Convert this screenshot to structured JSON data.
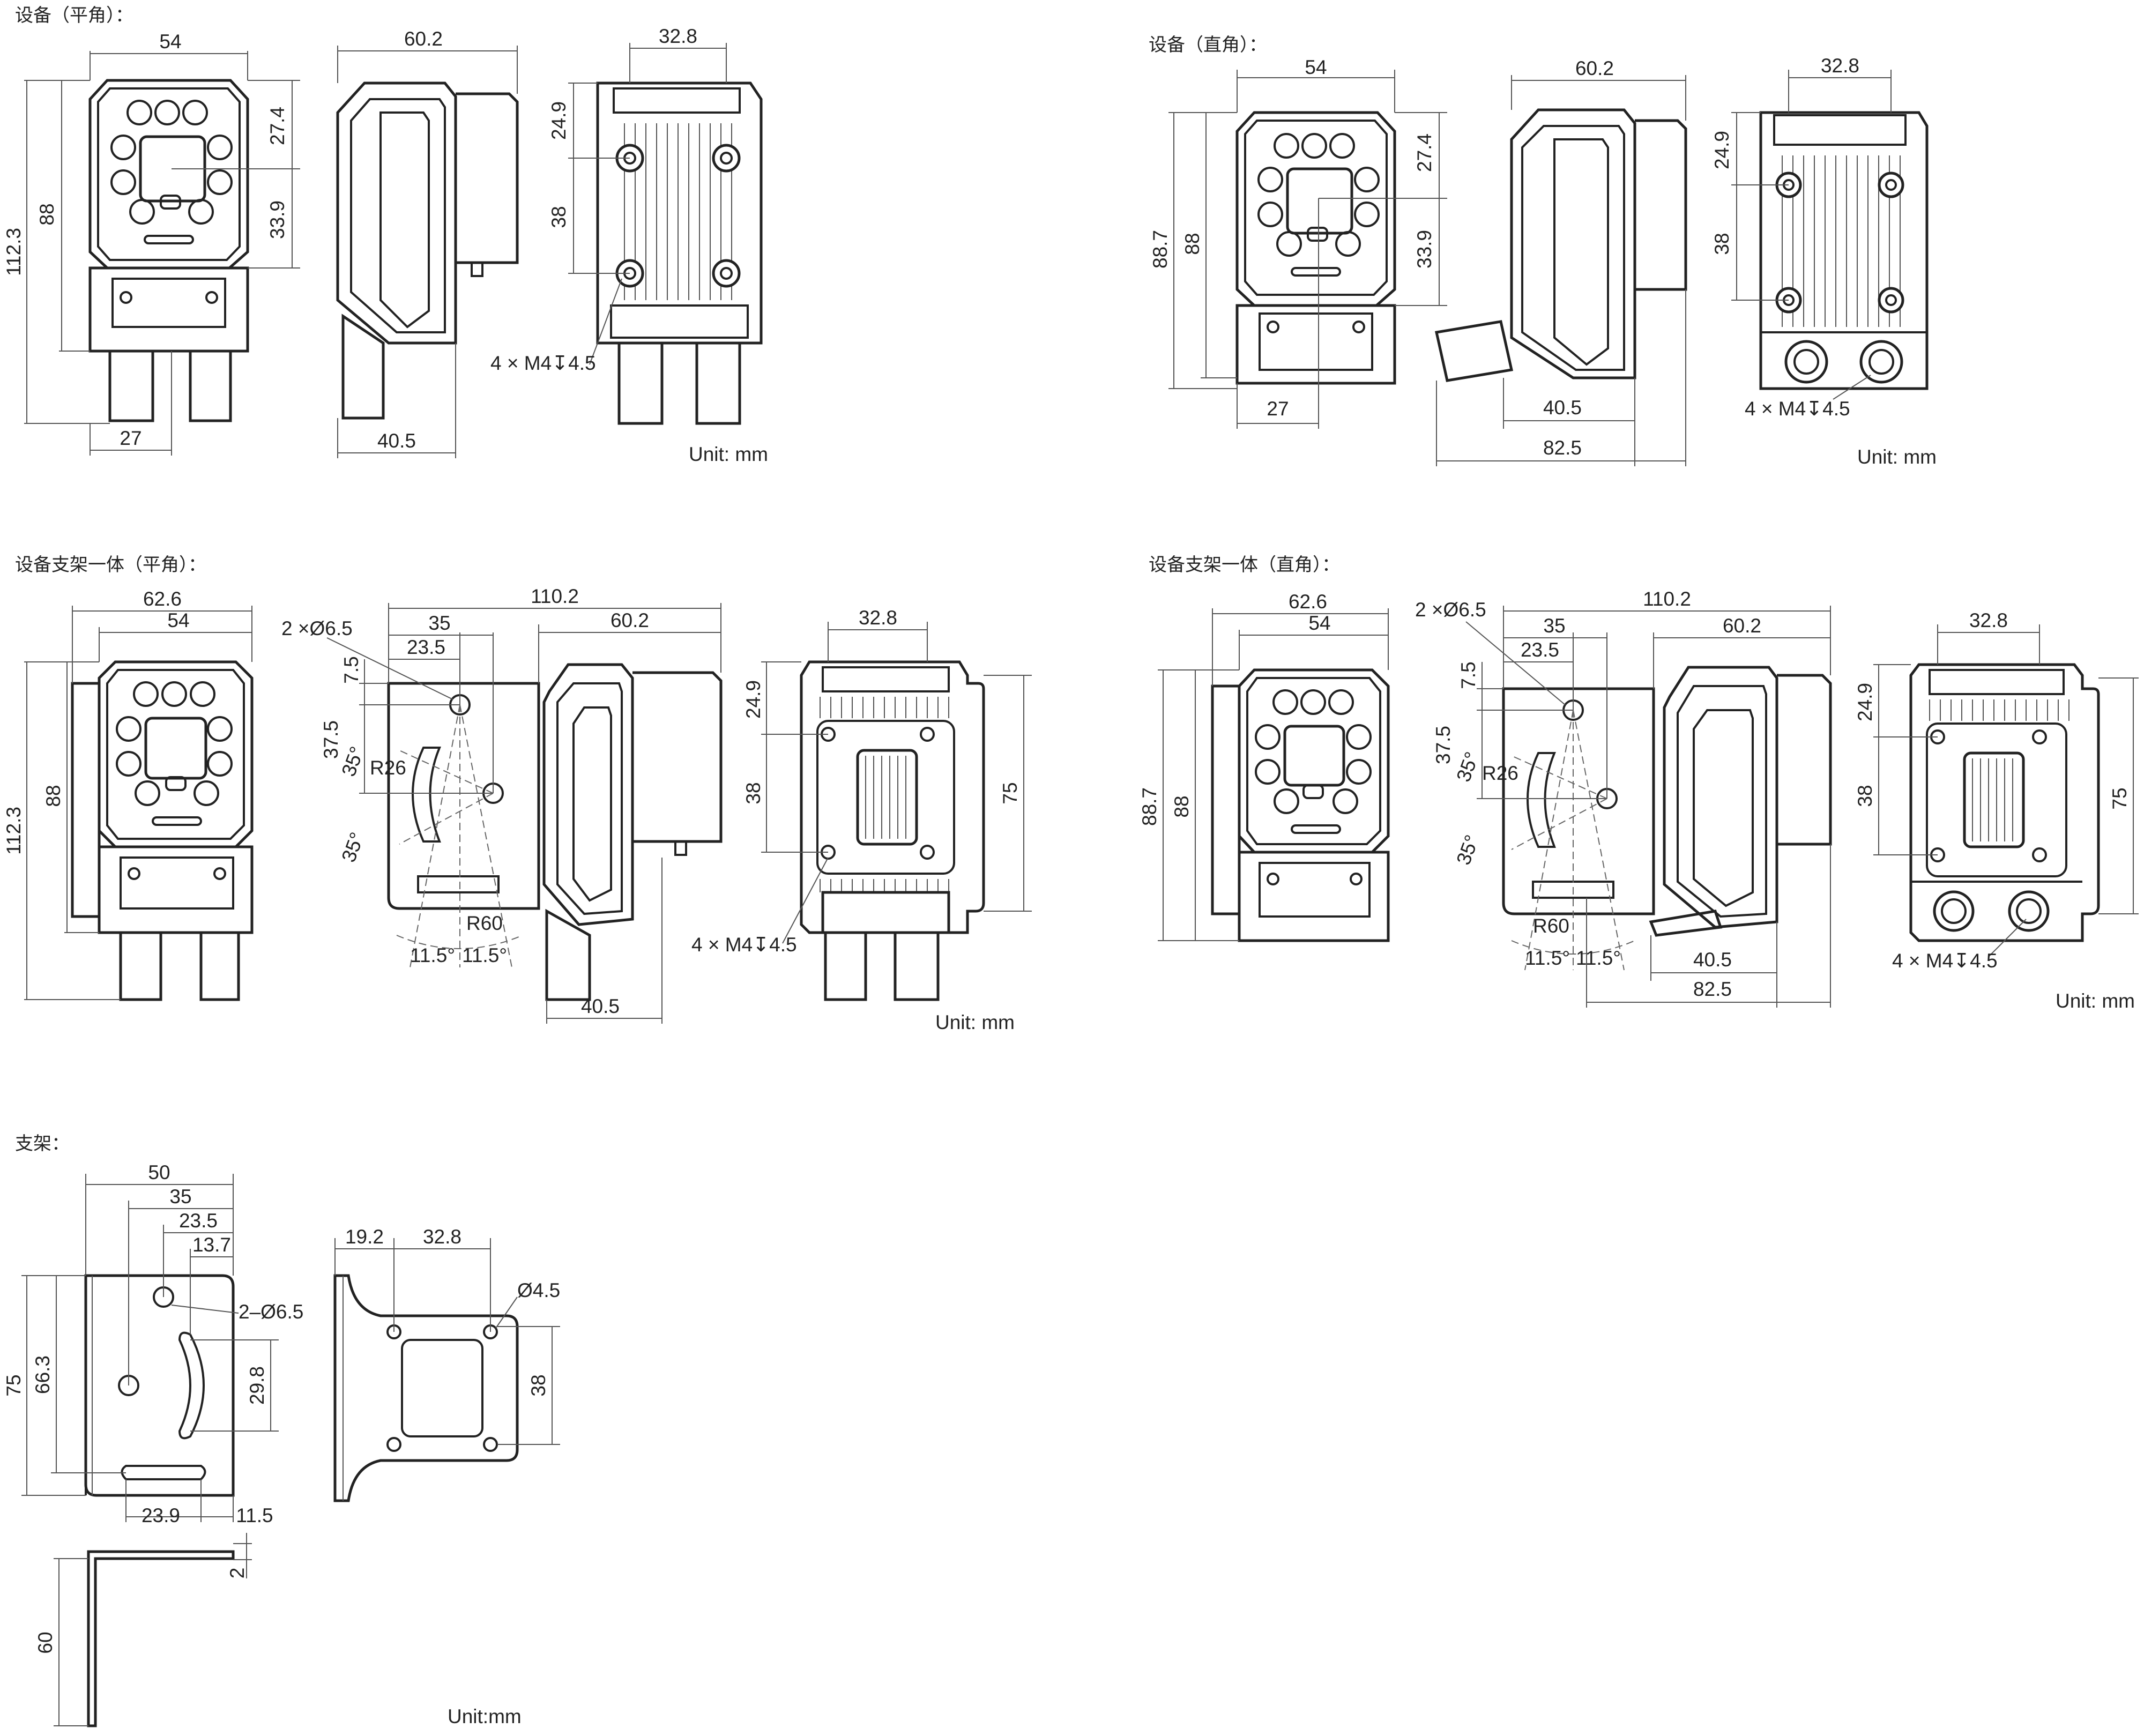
{
  "sections": {
    "device_flat": {
      "title": "设备（平角）：",
      "dims": [
        "54",
        "27.4",
        "33.9",
        "88",
        "112.3",
        "27",
        "60.2",
        "40.5",
        "32.8",
        "24.9",
        "38"
      ],
      "hole_note": "4 × M4↧4.5",
      "unit": "Unit: mm"
    },
    "device_right": {
      "title": "设备（直角）：",
      "dims": [
        "54",
        "27.4",
        "33.9",
        "88.7",
        "88",
        "27",
        "60.2",
        "40.5",
        "82.5",
        "32.8",
        "24.9",
        "38"
      ],
      "hole_note": "4 × M4↧4.5",
      "unit": "Unit: mm"
    },
    "bracket_flat": {
      "title": "设备支架一体（平角）：",
      "dims": [
        "62.6",
        "54",
        "112.3",
        "88",
        "110.2",
        "35",
        "23.5",
        "7.5",
        "37.5",
        "60.2",
        "40.5",
        "32.8",
        "24.9",
        "38",
        "75"
      ],
      "callouts": [
        "2 ×Ø6.5",
        "R26",
        "R60",
        "35°",
        "35°",
        "11.5°",
        "11.5°"
      ],
      "hole_note": "4 × M4↧4.5",
      "unit": "Unit: mm"
    },
    "bracket_right": {
      "title": "设备支架一体（直角）：",
      "dims": [
        "62.6",
        "54",
        "88.7",
        "88",
        "110.2",
        "35",
        "23.5",
        "7.5",
        "37.5",
        "60.2",
        "40.5",
        "82.5",
        "32.8",
        "24.9",
        "38",
        "75"
      ],
      "callouts": [
        "2 ×Ø6.5",
        "R26",
        "R60",
        "35°",
        "35°",
        "11.5°",
        "11.5°"
      ],
      "hole_note": "4 × M4↧4.5",
      "unit": "Unit: mm"
    },
    "bracket": {
      "title": "支架：",
      "dims": [
        "50",
        "35",
        "23.5",
        "13.7",
        "75",
        "66.3",
        "29.8",
        "23.9",
        "11.5",
        "2",
        "60",
        "19.2",
        "32.8",
        "38"
      ],
      "callouts": [
        "2–Ø6.5",
        "Ø4.5"
      ],
      "unit": "Unit:mm"
    }
  }
}
